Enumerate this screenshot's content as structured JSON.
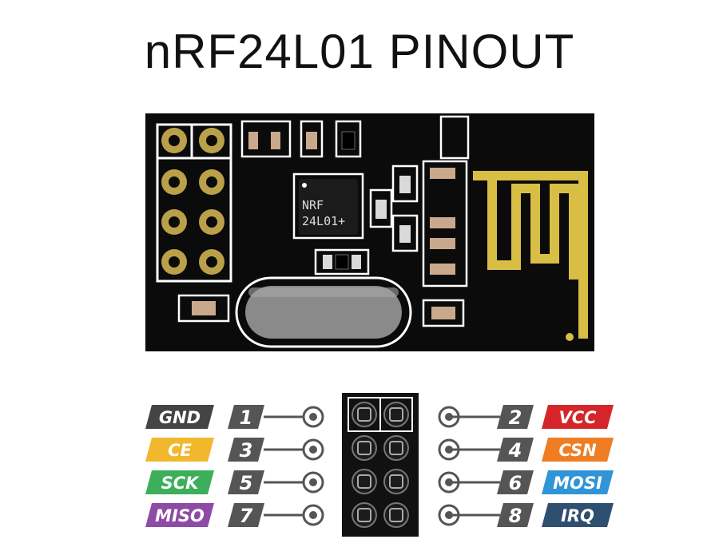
{
  "title": "nRF24L01 PINOUT",
  "chip": {
    "line1": "NRF",
    "line2": "24L01+"
  },
  "colors": {
    "board": "#0b0b0b",
    "antenna": "#d8be45",
    "pin_gold": "#b9a049",
    "silk": "#ffffff",
    "crystal": "#8a8a8a"
  },
  "pins_left": [
    {
      "number": "1",
      "label": "GND",
      "color": "#444444"
    },
    {
      "number": "3",
      "label": "CE",
      "color": "#f1b82d"
    },
    {
      "number": "5",
      "label": "SCK",
      "color": "#3dae5a"
    },
    {
      "number": "7",
      "label": "MISO",
      "color": "#8e4ba5"
    }
  ],
  "pins_right": [
    {
      "number": "2",
      "label": "VCC",
      "color": "#d6252a"
    },
    {
      "number": "4",
      "label": "CSN",
      "color": "#ee7d23"
    },
    {
      "number": "6",
      "label": "MOSI",
      "color": "#2f95d6"
    },
    {
      "number": "8",
      "label": "IRQ",
      "color": "#2f4f70"
    }
  ]
}
